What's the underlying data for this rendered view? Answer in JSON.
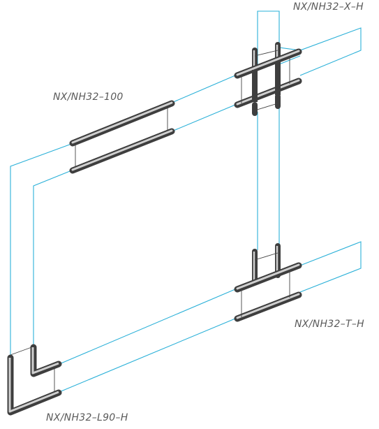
{
  "labels": {
    "cross": "NX/NH32–X–H",
    "straight": "NX/NH32–100",
    "tee": "NX/NH32–T–H",
    "elbow": "NX/NH32–L90–H"
  },
  "colors": {
    "cable": "#2ab0d8",
    "pipe_dark": "#3e3e3e",
    "pipe_mid": "#8a8a8a",
    "pipe_light": "#d6d6d6",
    "label": "#5a5a5a"
  }
}
